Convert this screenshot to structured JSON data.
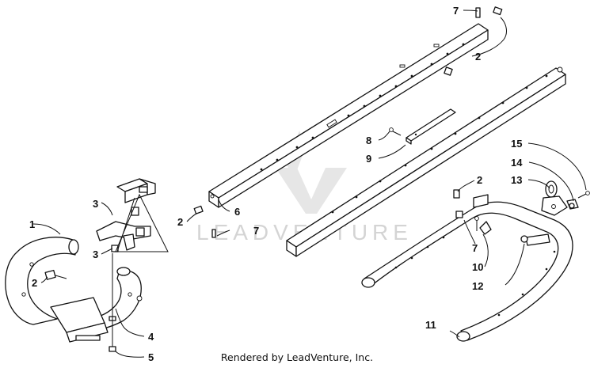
{
  "callouts": [
    "1",
    "2",
    "3",
    "4",
    "5",
    "6",
    "7",
    "8",
    "9",
    "10",
    "11",
    "12",
    "13",
    "14",
    "15"
  ],
  "watermark_text": "LEADVENTURE",
  "footer": "Rendered by LeadVenture, Inc."
}
